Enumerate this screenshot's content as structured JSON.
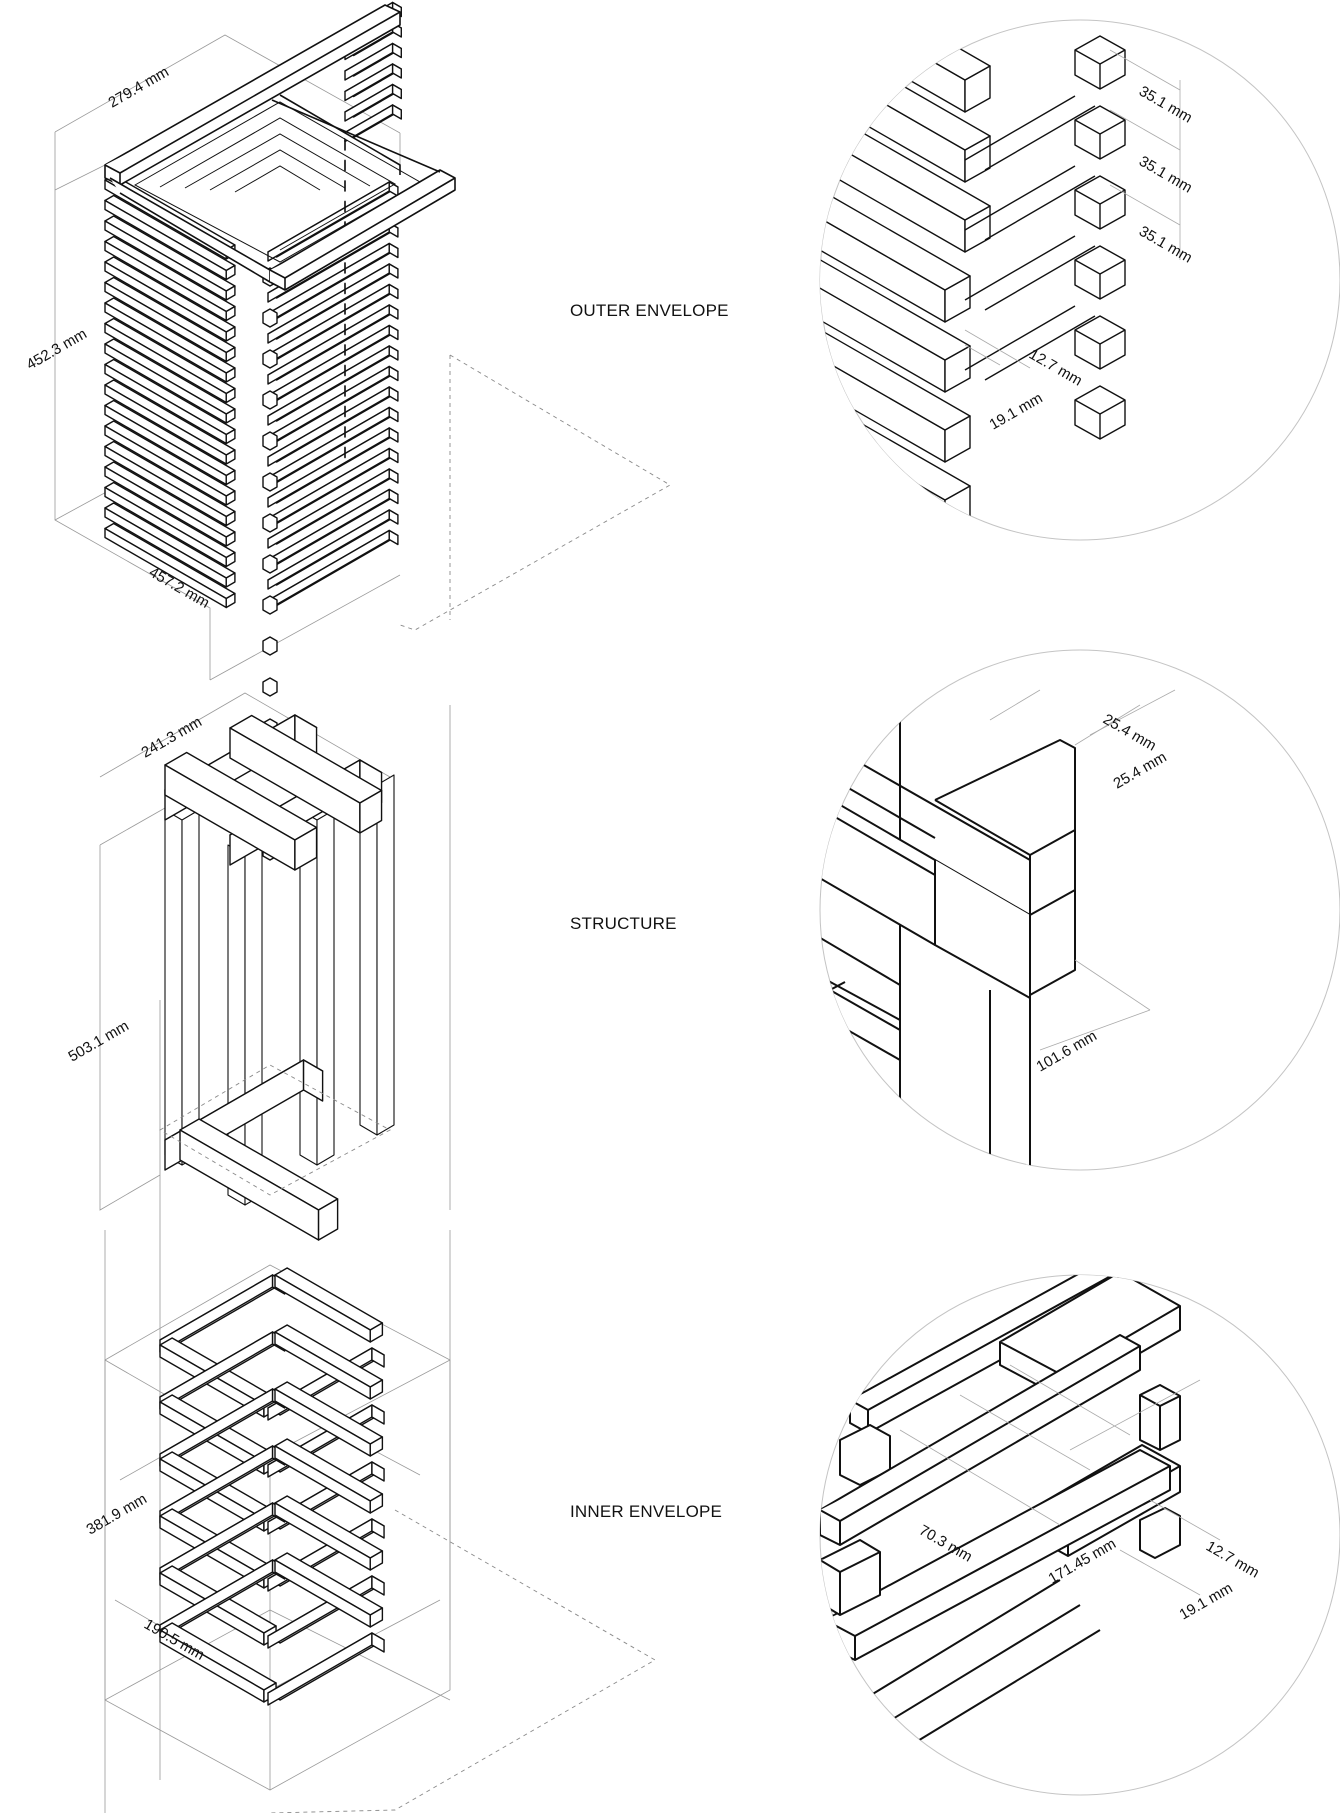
{
  "sections": [
    {
      "label": "OUTER ENVELOPE",
      "dimensions": [
        "279.4 mm",
        "452.3 mm",
        "457.2 mm"
      ],
      "detail_dimensions": [
        "35.1 mm",
        "35.1 mm",
        "35.1 mm",
        "12.7 mm",
        "19.1 mm"
      ]
    },
    {
      "label": "STRUCTURE",
      "dimensions": [
        "241.3 mm",
        "503.1 mm"
      ],
      "detail_dimensions": [
        "25.4 mm",
        "25.4 mm",
        "101.6 mm"
      ]
    },
    {
      "label": "INNER ENVELOPE",
      "dimensions": [
        "381.9 mm",
        "190.5 mm"
      ],
      "detail_dimensions": [
        "70.3 mm",
        "171.45 mm",
        "12.7 mm",
        "19.1 mm"
      ]
    }
  ]
}
